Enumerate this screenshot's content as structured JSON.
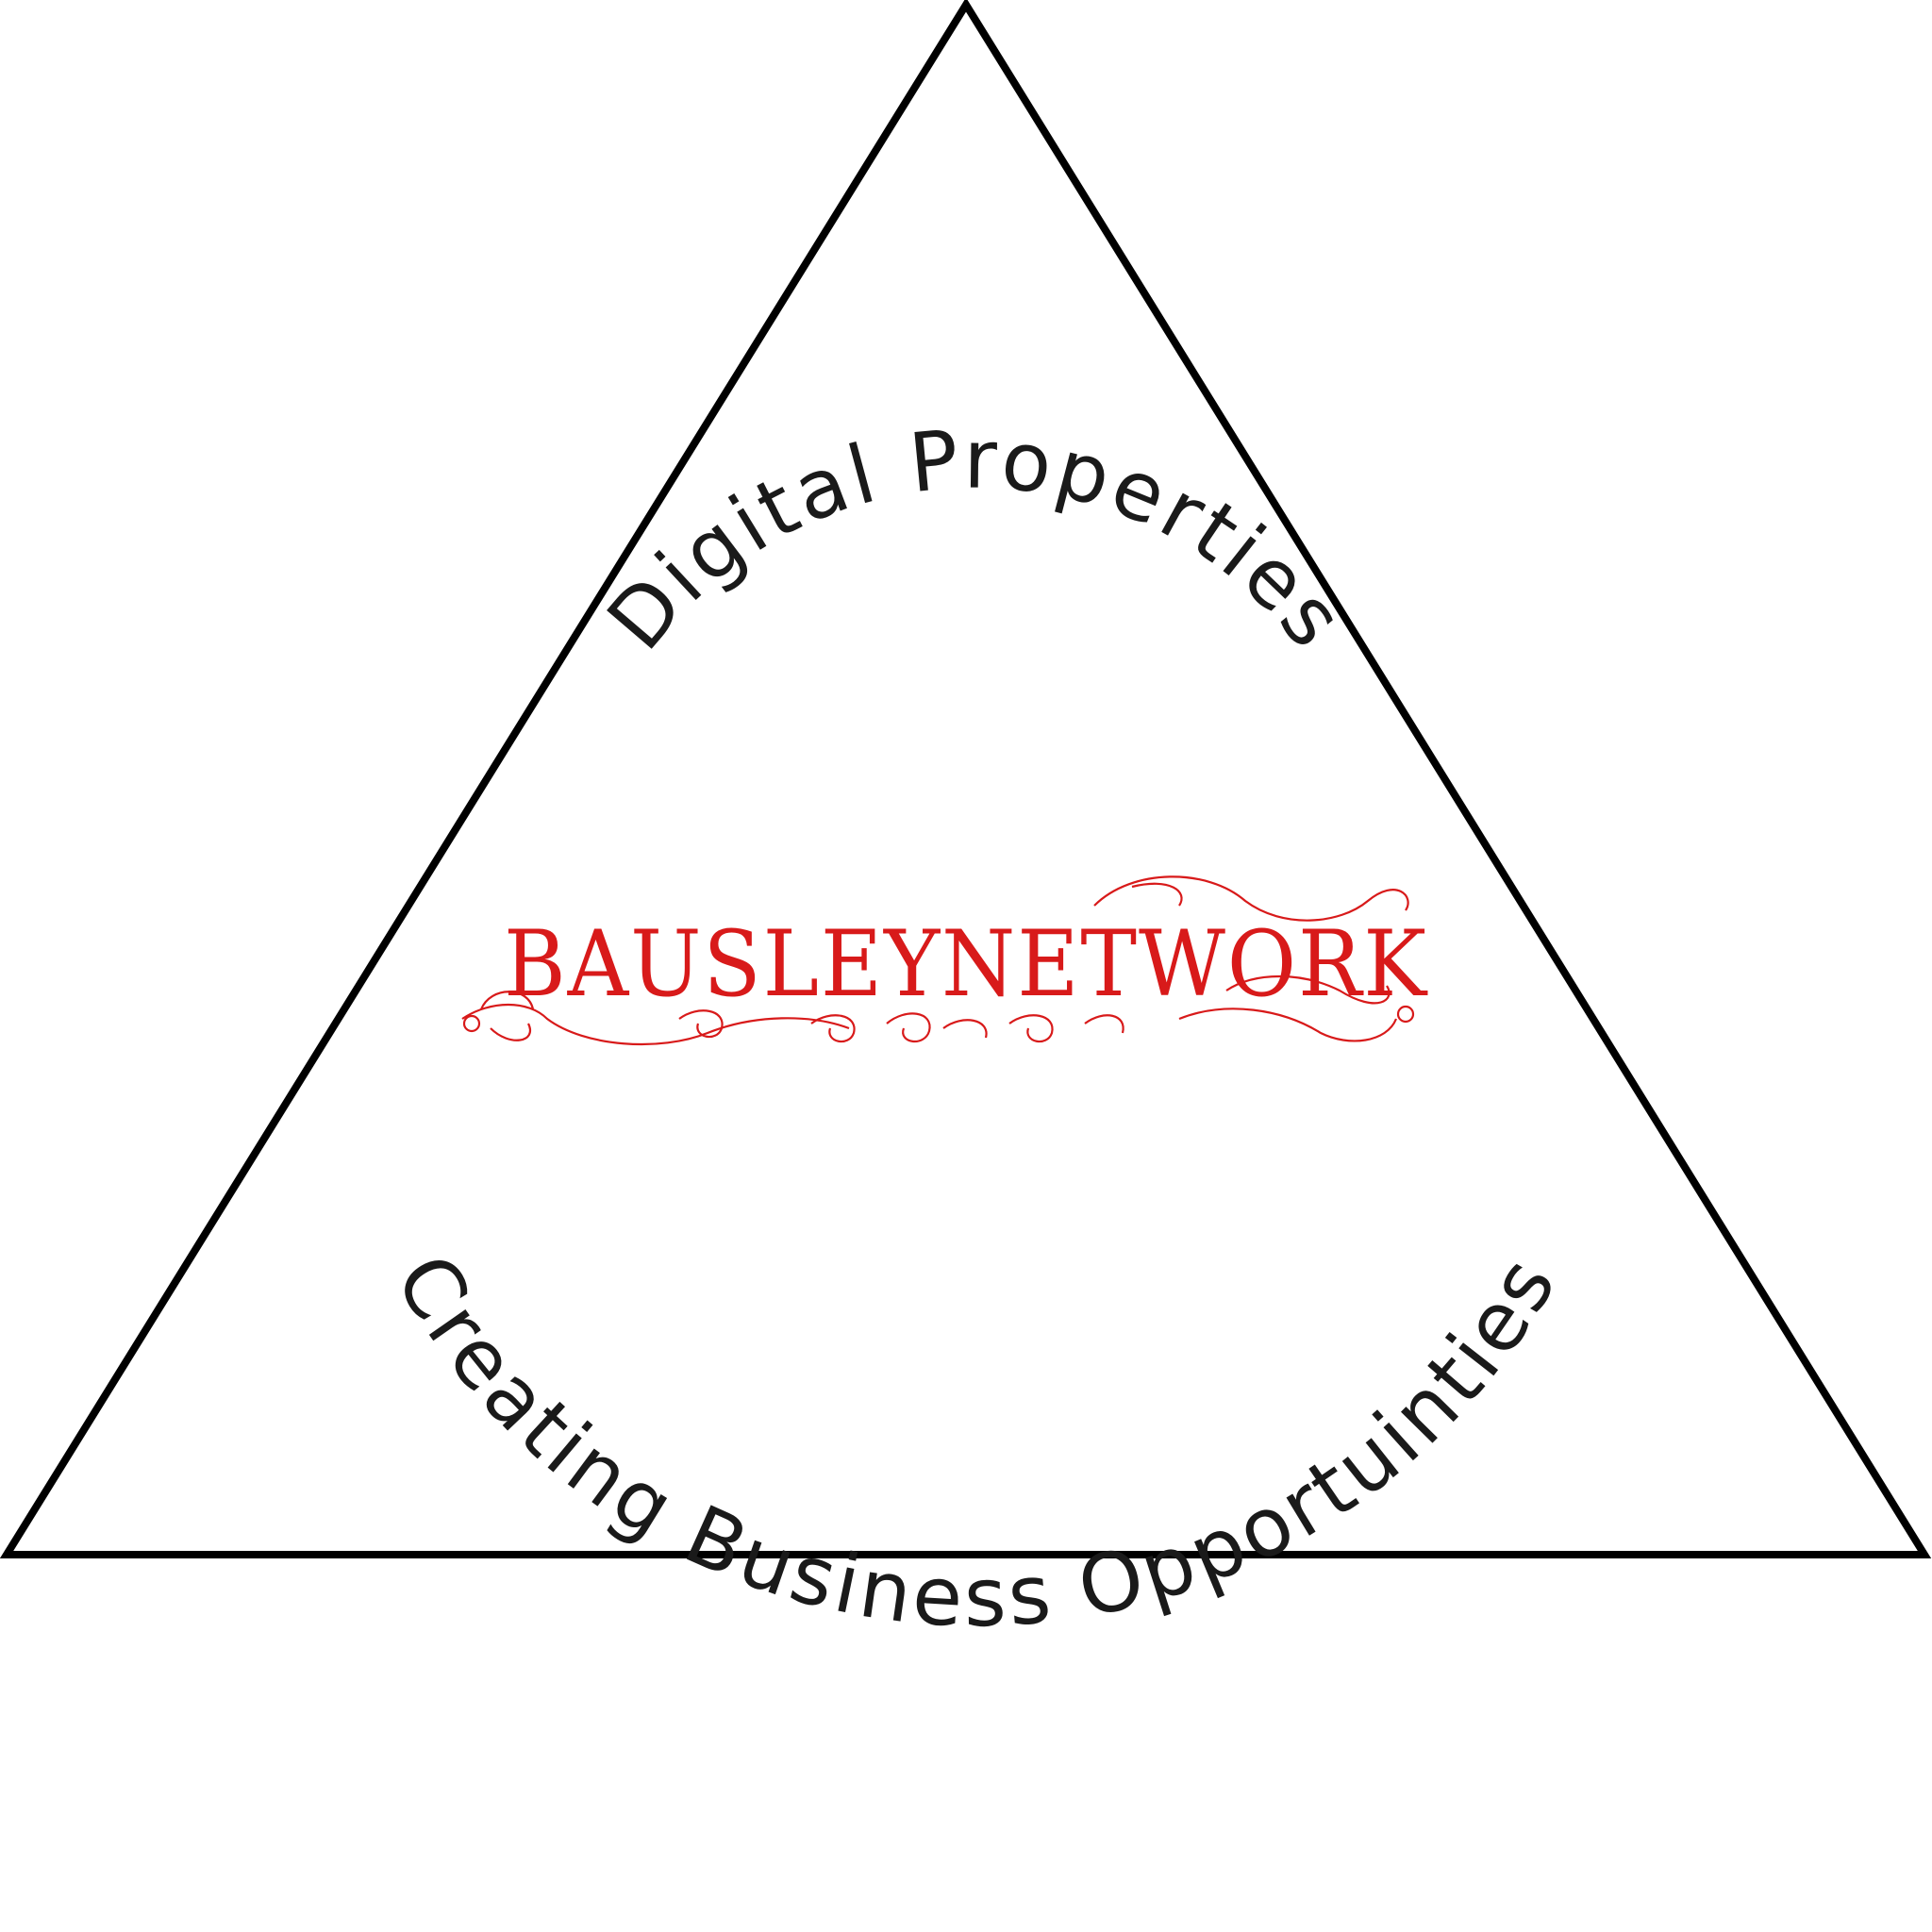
{
  "logo": {
    "text": "BAUSLEYNETWORK",
    "color": "#d81a1a"
  },
  "arc_top": {
    "text": "Digital Properties"
  },
  "arc_bottom": {
    "text": "Creating Business Opportuinties"
  },
  "colors": {
    "outline": "#000000",
    "text": "#1a1a1a",
    "background": "#ffffff"
  }
}
